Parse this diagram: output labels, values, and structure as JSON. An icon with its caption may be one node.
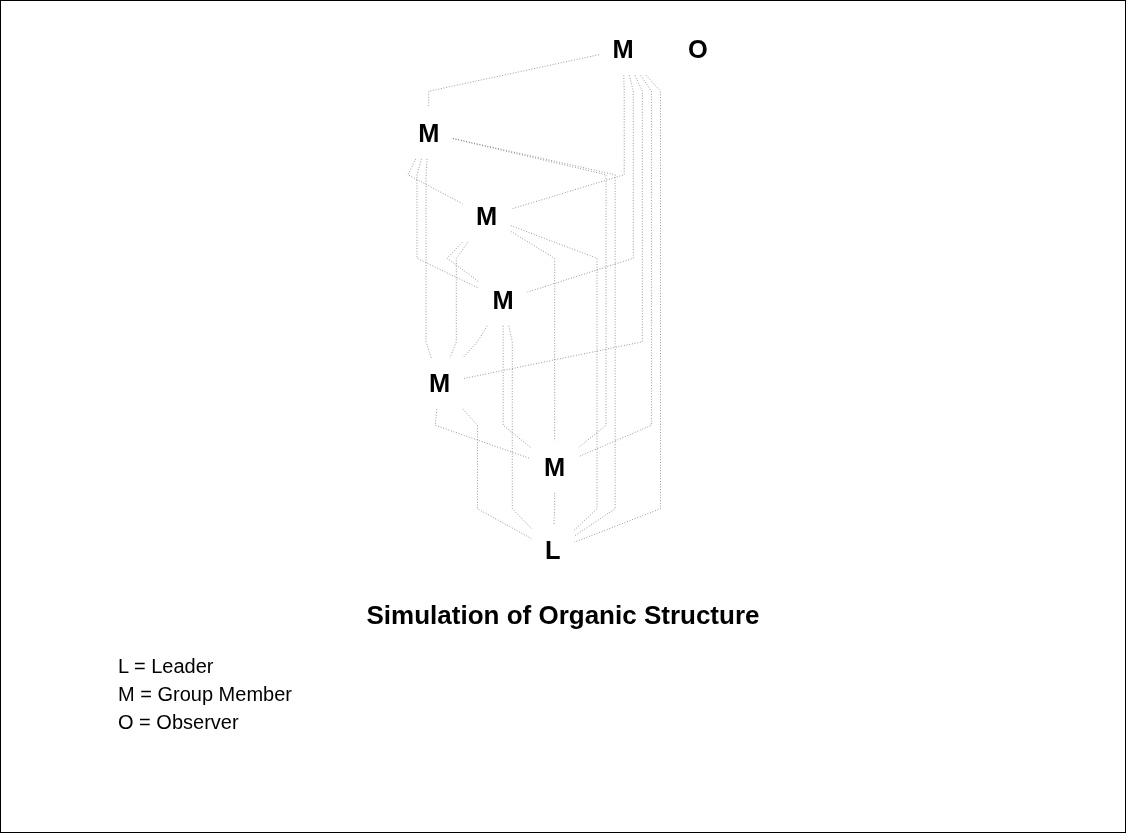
{
  "diagram": {
    "caption": "Simulation of Organic Structure",
    "nodes": [
      {
        "text": [
          "M"
        ]
      },
      {
        "text": [
          "M"
        ]
      },
      {
        "text": [
          "M"
        ]
      },
      {
        "text": [
          "O"
        ]
      },
      {
        "text": [
          "M"
        ]
      },
      {
        "text": [
          "M"
        ]
      },
      {
        "text": [
          "M"
        ]
      },
      {
        "text": [
          "L"
        ]
      }
    ],
    "edges": [
      {
        "from": 0,
        "to": 1,
        "arrow": "none"
      },
      {
        "from": 0,
        "to": 2,
        "arrow": "none"
      },
      {
        "from": 0,
        "to": 4,
        "arrow": "none"
      },
      {
        "from": 0,
        "to": 5,
        "arrow": "none"
      },
      {
        "from": 0,
        "to": 6,
        "arrow": "none"
      },
      {
        "from": 0,
        "to": 7,
        "arrow": "none"
      },
      {
        "from": 1,
        "to": 2,
        "arrow": "none"
      },
      {
        "from": 1,
        "to": 4,
        "arrow": "none"
      },
      {
        "from": 1,
        "to": 5,
        "arrow": "none"
      },
      {
        "from": 1,
        "to": 6,
        "arrow": "none"
      },
      {
        "from": 1,
        "to": 7,
        "arrow": "none"
      },
      {
        "from": 2,
        "to": 4,
        "arrow": "none"
      },
      {
        "from": 2,
        "to": 5,
        "arrow": "none"
      },
      {
        "from": 2,
        "to": 6,
        "arrow": "none"
      },
      {
        "from": 2,
        "to": 7,
        "arrow": "none"
      },
      {
        "from": 4,
        "to": 5,
        "arrow": "none"
      },
      {
        "from": 4,
        "to": 6,
        "arrow": "none"
      },
      {
        "from": 4,
        "to": 7,
        "arrow": "none"
      },
      {
        "from": 5,
        "to": 6,
        "arrow": "none"
      },
      {
        "from": 5,
        "to": 7,
        "arrow": "none"
      },
      {
        "from": 6,
        "to": 7,
        "arrow": "none"
      }
    ],
    "legend": [
      {
        "text": "L = Leader"
      },
      {
        "text": "M = Group Member"
      },
      {
        "text": "O = Observer"
      }
    ]
  }
}
